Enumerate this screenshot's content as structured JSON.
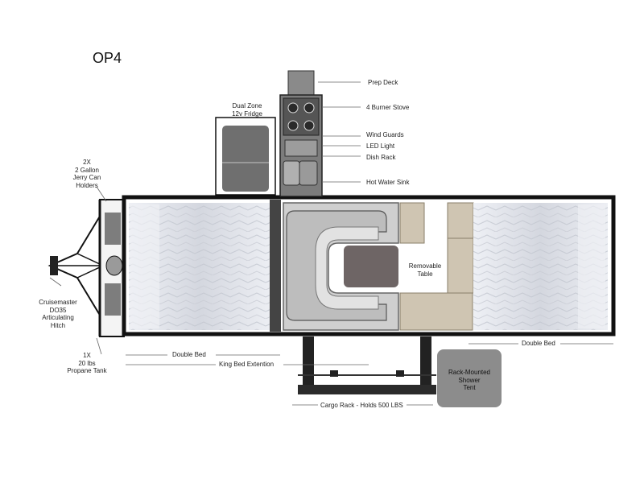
{
  "model": {
    "title": "OP4"
  },
  "labels": {
    "prep_deck": "Prep Deck",
    "burner_stove": "4 Burner Stove",
    "fridge_line1": "Dual Zone",
    "fridge_line2": "12v Fridge",
    "wind_guards": "Wind Guards",
    "led_light": "LED Light",
    "dish_rack": "Dish Rack",
    "hot_water_sink": "Hot Water Sink",
    "jerry_line1": "2X",
    "jerry_line2": "2 Gallon",
    "jerry_line3": "Jerry Can",
    "jerry_line4": "Holders",
    "hitch_line1": "Cruisemaster",
    "hitch_line2": "DO35",
    "hitch_line3": "Articulating",
    "hitch_line4": "Hitch",
    "table_line1": "Removable",
    "table_line2": "Table",
    "double_bed_left": "Double Bed",
    "double_bed_right": "Double Bed",
    "king_bed": "King Bed Extention",
    "propane_line1": "1X",
    "propane_line2": "20 lbs",
    "propane_line3": "Propane Tank",
    "shower_line1": "Rack-Mounted",
    "shower_line2": "Shower",
    "shower_line3": "Tent",
    "cargo_rack": "Cargo Rack - Holds 500 LBS"
  },
  "colors": {
    "frame": "#111111",
    "bed_fill": "#dde0e8",
    "seat_grey": "#b5b5b5",
    "seat_tan": "#cfc5b2",
    "table": "#6e6565",
    "fridge": "#6f6f6f",
    "tent": "#8c8c8c"
  }
}
